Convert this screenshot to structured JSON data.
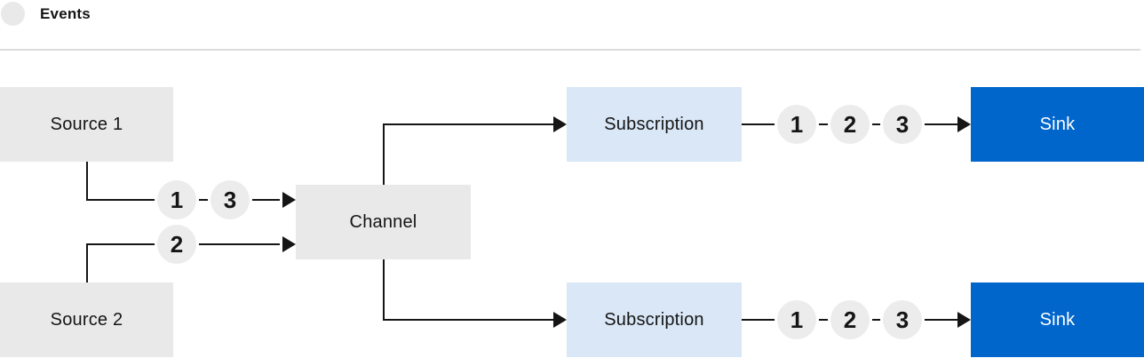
{
  "legend": {
    "label": "Events"
  },
  "colors": {
    "node_fill": "#e9e9e9",
    "subscription_fill": "#d9e7f6",
    "sink_fill": "#0066cc",
    "event_circle_fill": "#ececec",
    "connector": "#151515",
    "divider": "#dcdcdc",
    "label_text": "#151515",
    "sink_text": "#ffffff"
  },
  "nodes": {
    "source1": {
      "label": "Source 1"
    },
    "source2": {
      "label": "Source 2"
    },
    "channel": {
      "label": "Channel"
    },
    "subscription_top": {
      "label": "Subscription"
    },
    "subscription_bottom": {
      "label": "Subscription"
    },
    "sink_top": {
      "label": "Sink"
    },
    "sink_bottom": {
      "label": "Sink"
    }
  },
  "event_markers": {
    "source1_to_channel": [
      "1",
      "3"
    ],
    "source2_to_channel": [
      "2"
    ],
    "subscription_top_to_sink": [
      "1",
      "2",
      "3"
    ],
    "subscription_bottom_to_sink": [
      "1",
      "2",
      "3"
    ]
  }
}
